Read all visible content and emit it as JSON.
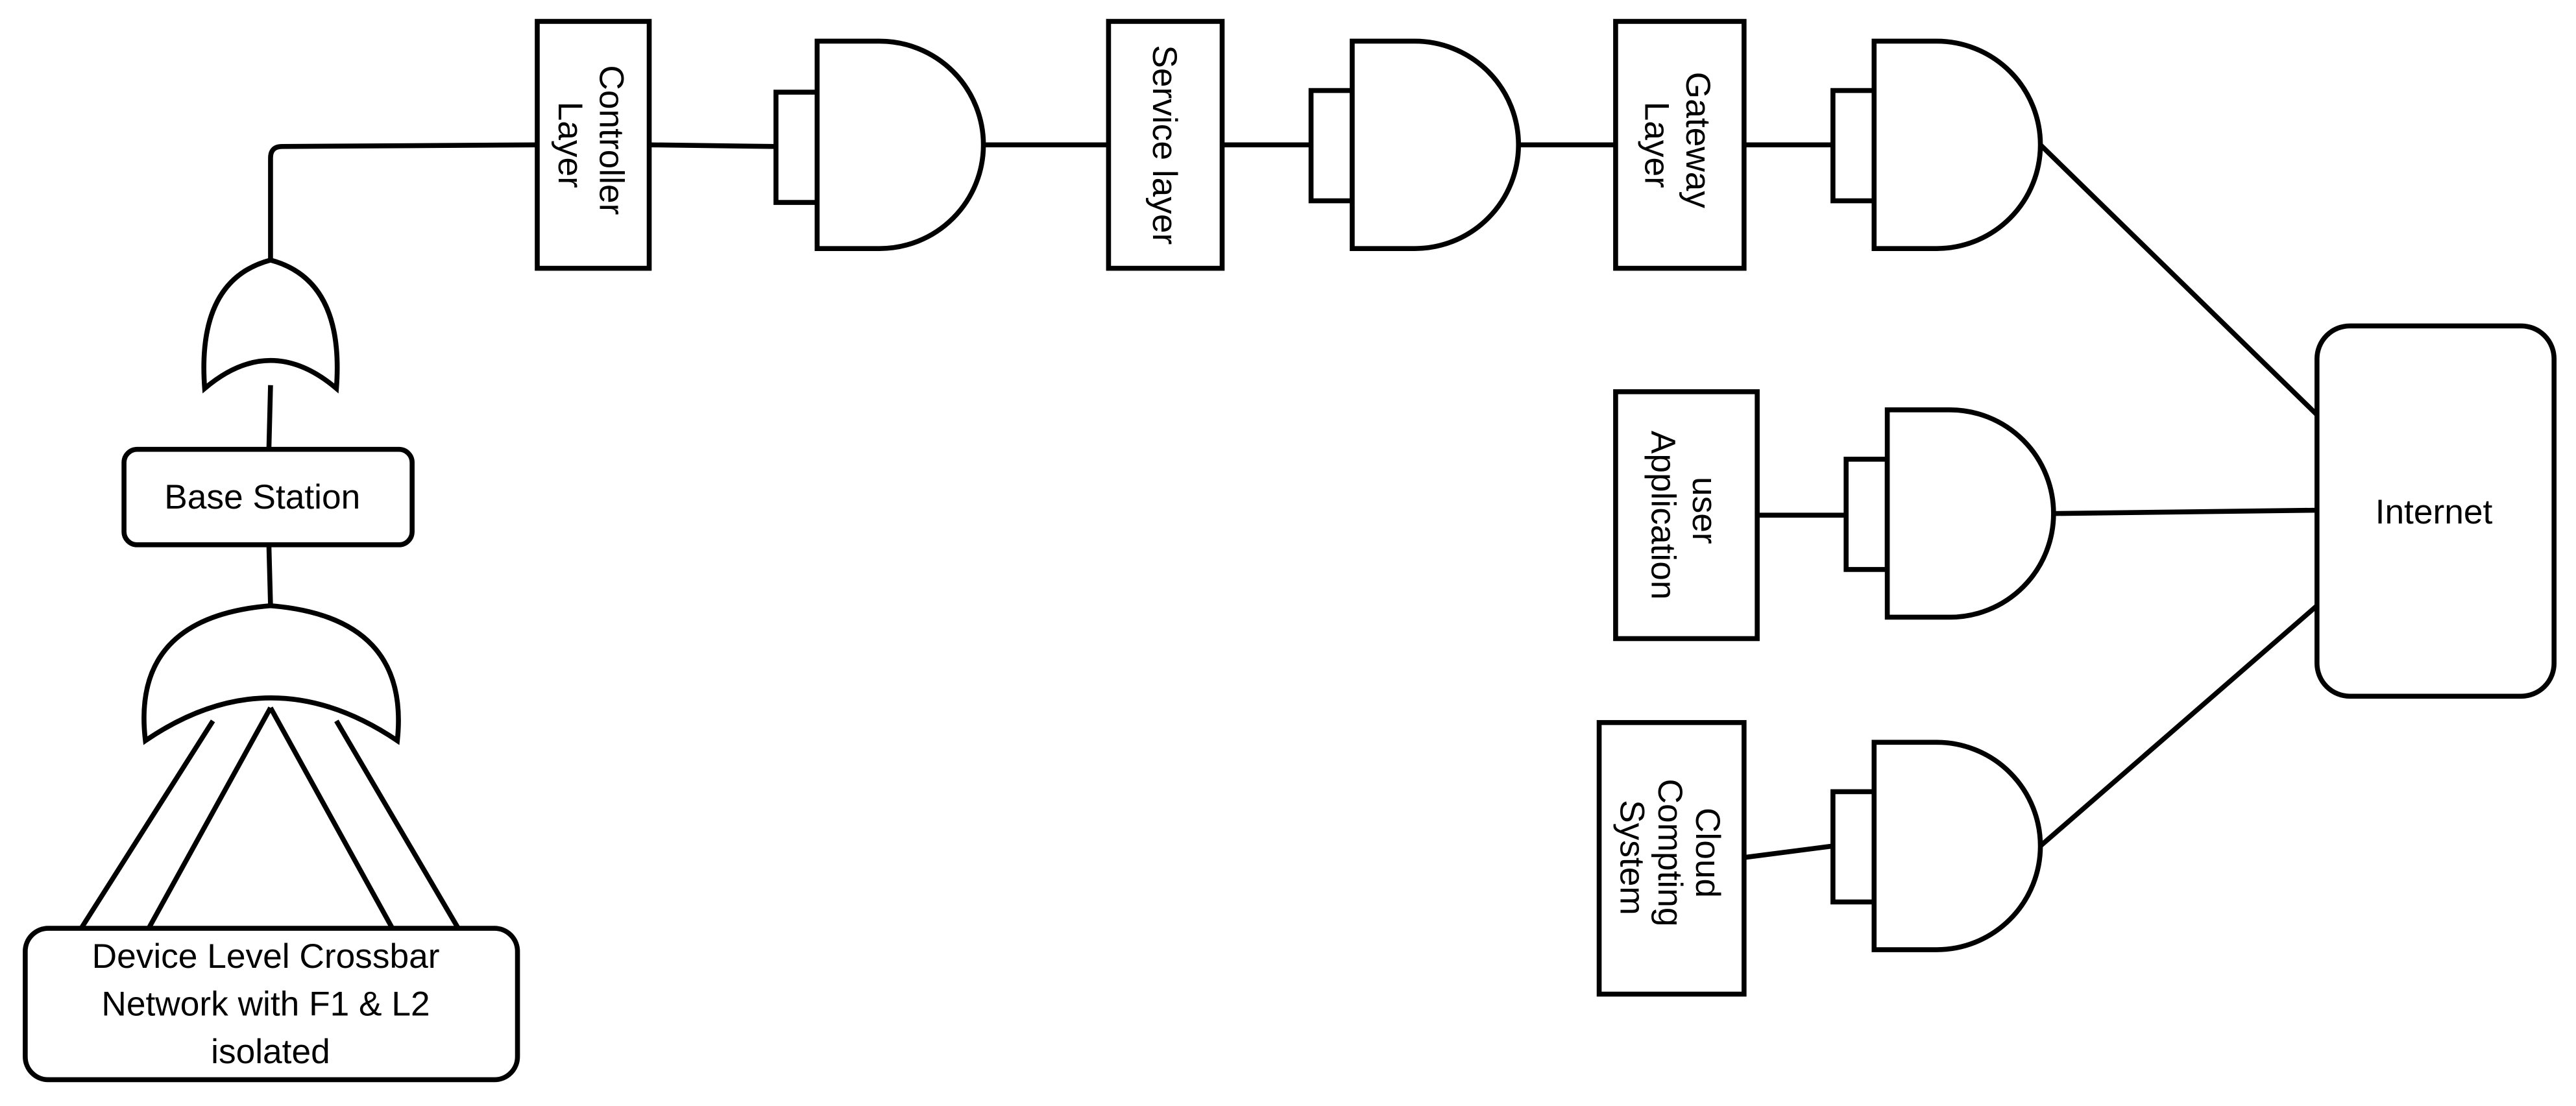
{
  "nodes": {
    "controller_layer": {
      "lines": [
        "Controller",
        "Layer"
      ]
    },
    "service_layer": {
      "lines": [
        "Service layer"
      ]
    },
    "gateway_layer": {
      "lines": [
        "Gateway",
        "Layer"
      ]
    },
    "user_application": {
      "lines": [
        "user",
        "Application"
      ]
    },
    "cloud_computing_system": {
      "lines": [
        "Cloud",
        "Compting",
        "System"
      ]
    },
    "internet": {
      "lines": [
        "Internet"
      ]
    },
    "base_station": {
      "lines": [
        "Base Station"
      ]
    },
    "device_network": {
      "lines": [
        "Device Level Crossbar",
        "Network with F1 & L2",
        "isolated"
      ]
    }
  },
  "colors": {
    "stroke": "#000000",
    "fill": "#ffffff"
  }
}
